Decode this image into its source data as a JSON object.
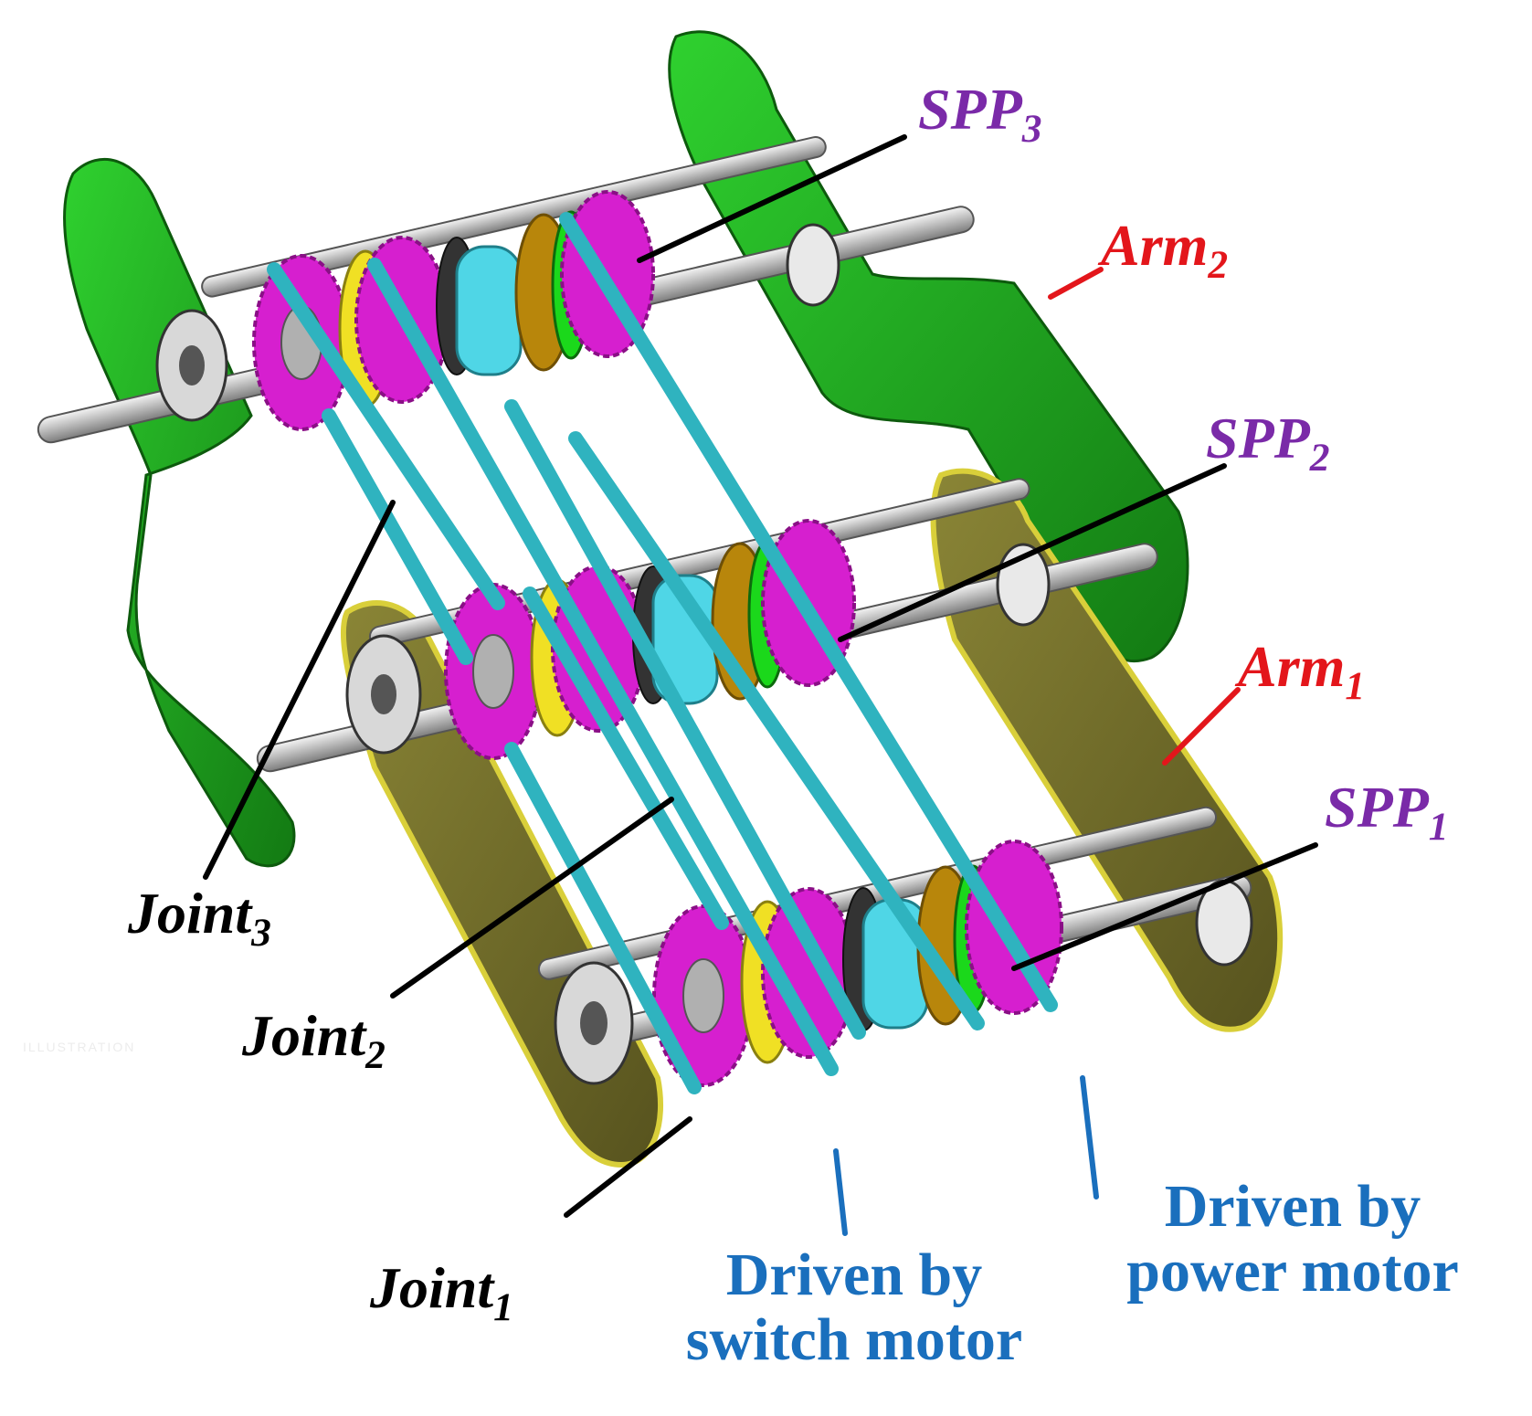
{
  "colors": {
    "spp": "#7a2aa8",
    "arm": "#e3161b",
    "joint": "#000000",
    "driven": "#1a6fbd",
    "arm2_plate": "#1fa31f",
    "arm1_plate": "#6e6a2a",
    "belt": "#2fb3bf",
    "gear": "#d61fcf",
    "brake": "#4fd6e6",
    "shaft": "#c9c9c9"
  },
  "labels": {
    "spp3": {
      "base": "SPP",
      "sub": "3"
    },
    "spp2": {
      "base": "SPP",
      "sub": "2"
    },
    "spp1": {
      "base": "SPP",
      "sub": "1"
    },
    "arm2": {
      "base": "Arm",
      "sub": "2"
    },
    "arm1": {
      "base": "Arm",
      "sub": "1"
    },
    "joint3": {
      "base": "Joint",
      "sub": "3"
    },
    "joint2": {
      "base": "Joint",
      "sub": "2"
    },
    "joint1": {
      "base": "Joint",
      "sub": "1"
    },
    "switch_motor": {
      "line1": "Driven by",
      "line2": "switch motor"
    },
    "power_motor": {
      "line1": "Driven by",
      "line2": "power motor"
    }
  },
  "watermark": "ILLUSTRATION"
}
